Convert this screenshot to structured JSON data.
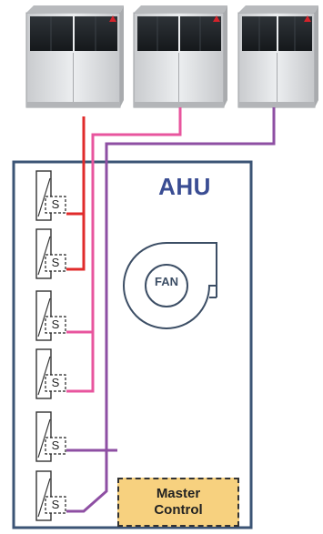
{
  "diagram": {
    "unit_label": "AHU",
    "fan_label": "FAN",
    "coil_sensor_label": "S",
    "coils": [
      {
        "label": "S",
        "color": "#e02b2b"
      },
      {
        "label": "S",
        "color": "#e02b2b"
      },
      {
        "label": "S",
        "color": "#e8559e"
      },
      {
        "label": "S",
        "color": "#e8559e"
      },
      {
        "label": "S",
        "color": "#8e4fa3"
      },
      {
        "label": "S",
        "color": "#8e4fa3"
      }
    ],
    "master_control": {
      "line1": "Master",
      "line2": "Control"
    }
  },
  "colors": {
    "ahu_border": "#3b5475",
    "ahu_label": "#3a4d93",
    "pipe_red": "#e02b2b",
    "pipe_pink": "#e8559e",
    "pipe_purple": "#8e4fa3",
    "master_control_fill": "#f7d17f",
    "outdoor_unit_body": "#d8dadc",
    "outdoor_unit_grille": "#1f2328"
  },
  "icons": {
    "outdoor_unit": "outdoor-unit-icon",
    "fan": "centrifugal-fan-icon",
    "coil": "coil-icon"
  }
}
